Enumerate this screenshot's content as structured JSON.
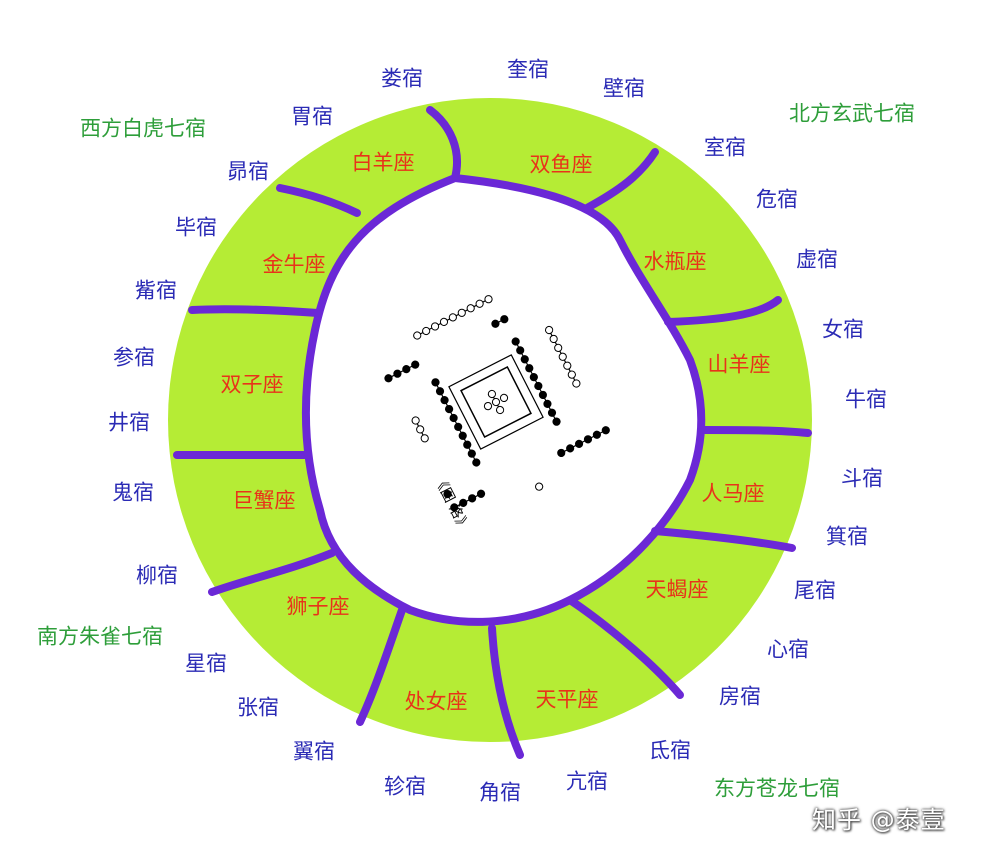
{
  "colors": {
    "ring": "#b5ec35",
    "boundary": "#6b28d6",
    "mansion": "#2b2bb5",
    "quadrant": "#2e9e3a",
    "zodiac": "#e8331a"
  },
  "mansions": [
    "娄宿",
    "奎宿",
    "壁宿",
    "室宿",
    "危宿",
    "虚宿",
    "女宿",
    "牛宿",
    "斗宿",
    "箕宿",
    "尾宿",
    "心宿",
    "房宿",
    "氐宿",
    "亢宿",
    "角宿",
    "轸宿",
    "翼宿",
    "张宿",
    "星宿",
    "柳宿",
    "鬼宿",
    "井宿",
    "参宿",
    "觜宿",
    "毕宿",
    "昴宿",
    "胃宿"
  ],
  "quadrants": {
    "west": "西方白虎七宿",
    "north": "北方玄武七宿",
    "south": "南方朱雀七宿",
    "east": "东方苍龙七宿"
  },
  "zodiac": [
    "白羊座",
    "双鱼座",
    "金牛座",
    "水瓶座",
    "山羊座",
    "双子座",
    "巨蟹座",
    "人马座",
    "天蝎座",
    "狮子座",
    "处女座",
    "天平座"
  ],
  "center_image": {
    "caption": "《图 洛》"
  },
  "watermark": "知乎 @泰壹"
}
